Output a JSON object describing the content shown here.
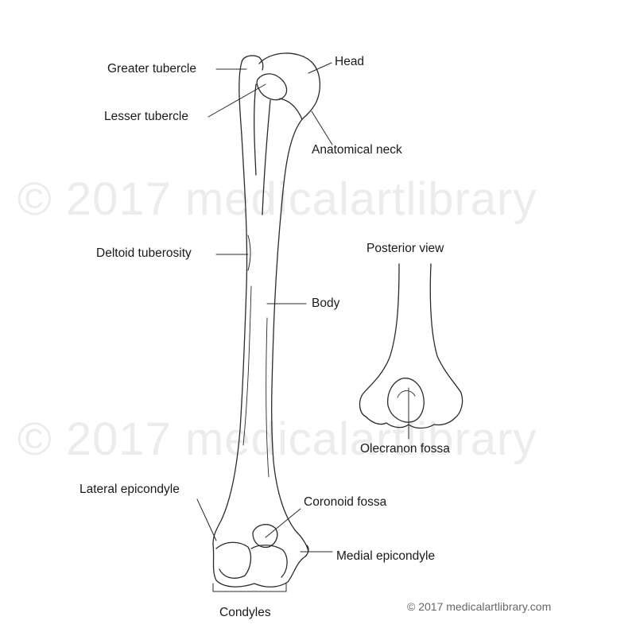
{
  "watermark": {
    "line1": "© 2017 medicalartlibrary",
    "line2": "© 2017 medicalartlibrary"
  },
  "copyright": "© 2017 medicalartlibrary.com",
  "labels": {
    "greater_tubercle": "Greater tubercle",
    "head": "Head",
    "lesser_tubercle": "Lesser tubercle",
    "anatomical_neck": "Anatomical neck",
    "deltoid_tuberosity": "Deltoid tuberosity",
    "body": "Body",
    "posterior_view": "Posterior view",
    "olecranon_fossa": "Olecranon fossa",
    "lateral_epicondyle": "Lateral epicondyle",
    "coronoid_fossa": "Coronoid fossa",
    "medial_epicondyle": "Medial epicondyle",
    "condyles": "Condyles"
  },
  "colors": {
    "line": "#2a2a2a",
    "watermark": "#ececec",
    "shade": "#8a8a8a"
  }
}
